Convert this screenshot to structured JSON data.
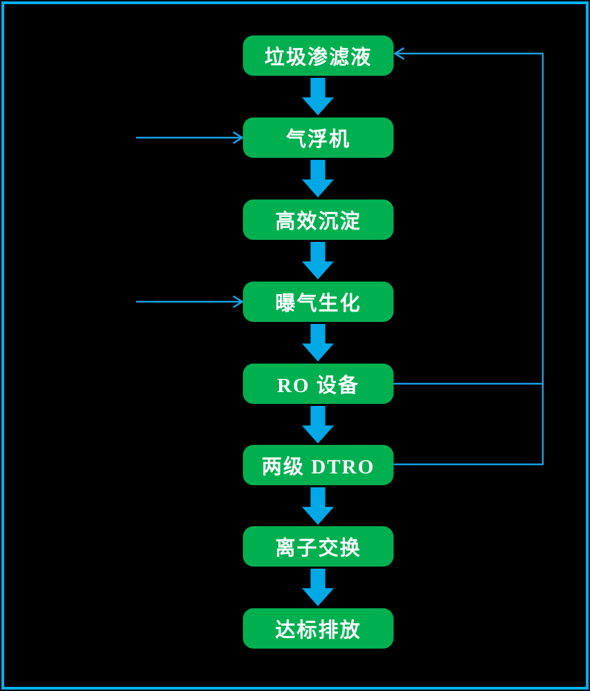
{
  "diagram": {
    "type": "flowchart",
    "subject": "landfill leachate treatment process",
    "orientation": "top-down"
  },
  "steps": [
    "垃圾渗滤液",
    "气浮机",
    "高效沉淀",
    "曝气生化",
    "RO 设备",
    "两级 DTRO",
    "离子交换",
    "达标排放"
  ],
  "edges": [
    {
      "from": "垃圾渗滤液",
      "to": "气浮机",
      "style": "thick-block-arrow"
    },
    {
      "from": "气浮机",
      "to": "高效沉淀",
      "style": "thick-block-arrow"
    },
    {
      "from": "高效沉淀",
      "to": "曝气生化",
      "style": "thick-block-arrow"
    },
    {
      "from": "曝气生化",
      "to": "RO 设备",
      "style": "thick-block-arrow"
    },
    {
      "from": "RO 设备",
      "to": "两级 DTRO",
      "style": "thick-block-arrow"
    },
    {
      "from": "两级 DTRO",
      "to": "离子交换",
      "style": "thick-block-arrow"
    },
    {
      "from": "离子交换",
      "to": "达标排放",
      "style": "thick-block-arrow"
    },
    {
      "from": "external-left",
      "to": "气浮机",
      "style": "thin-arrow"
    },
    {
      "from": "external-left",
      "to": "曝气生化",
      "style": "thin-arrow"
    },
    {
      "from": "RO 设备",
      "to": "垃圾渗滤液",
      "style": "thin-return-line"
    },
    {
      "from": "两级 DTRO",
      "to": "垃圾渗滤液",
      "style": "thin-return-line"
    }
  ],
  "colors": {
    "background": "#000000",
    "frame_border": "#00b0f0",
    "box_fill": "#00b050",
    "box_text": "#ffffff",
    "block_arrow": "#00a9e6",
    "thin_line": "#18a0e8"
  }
}
